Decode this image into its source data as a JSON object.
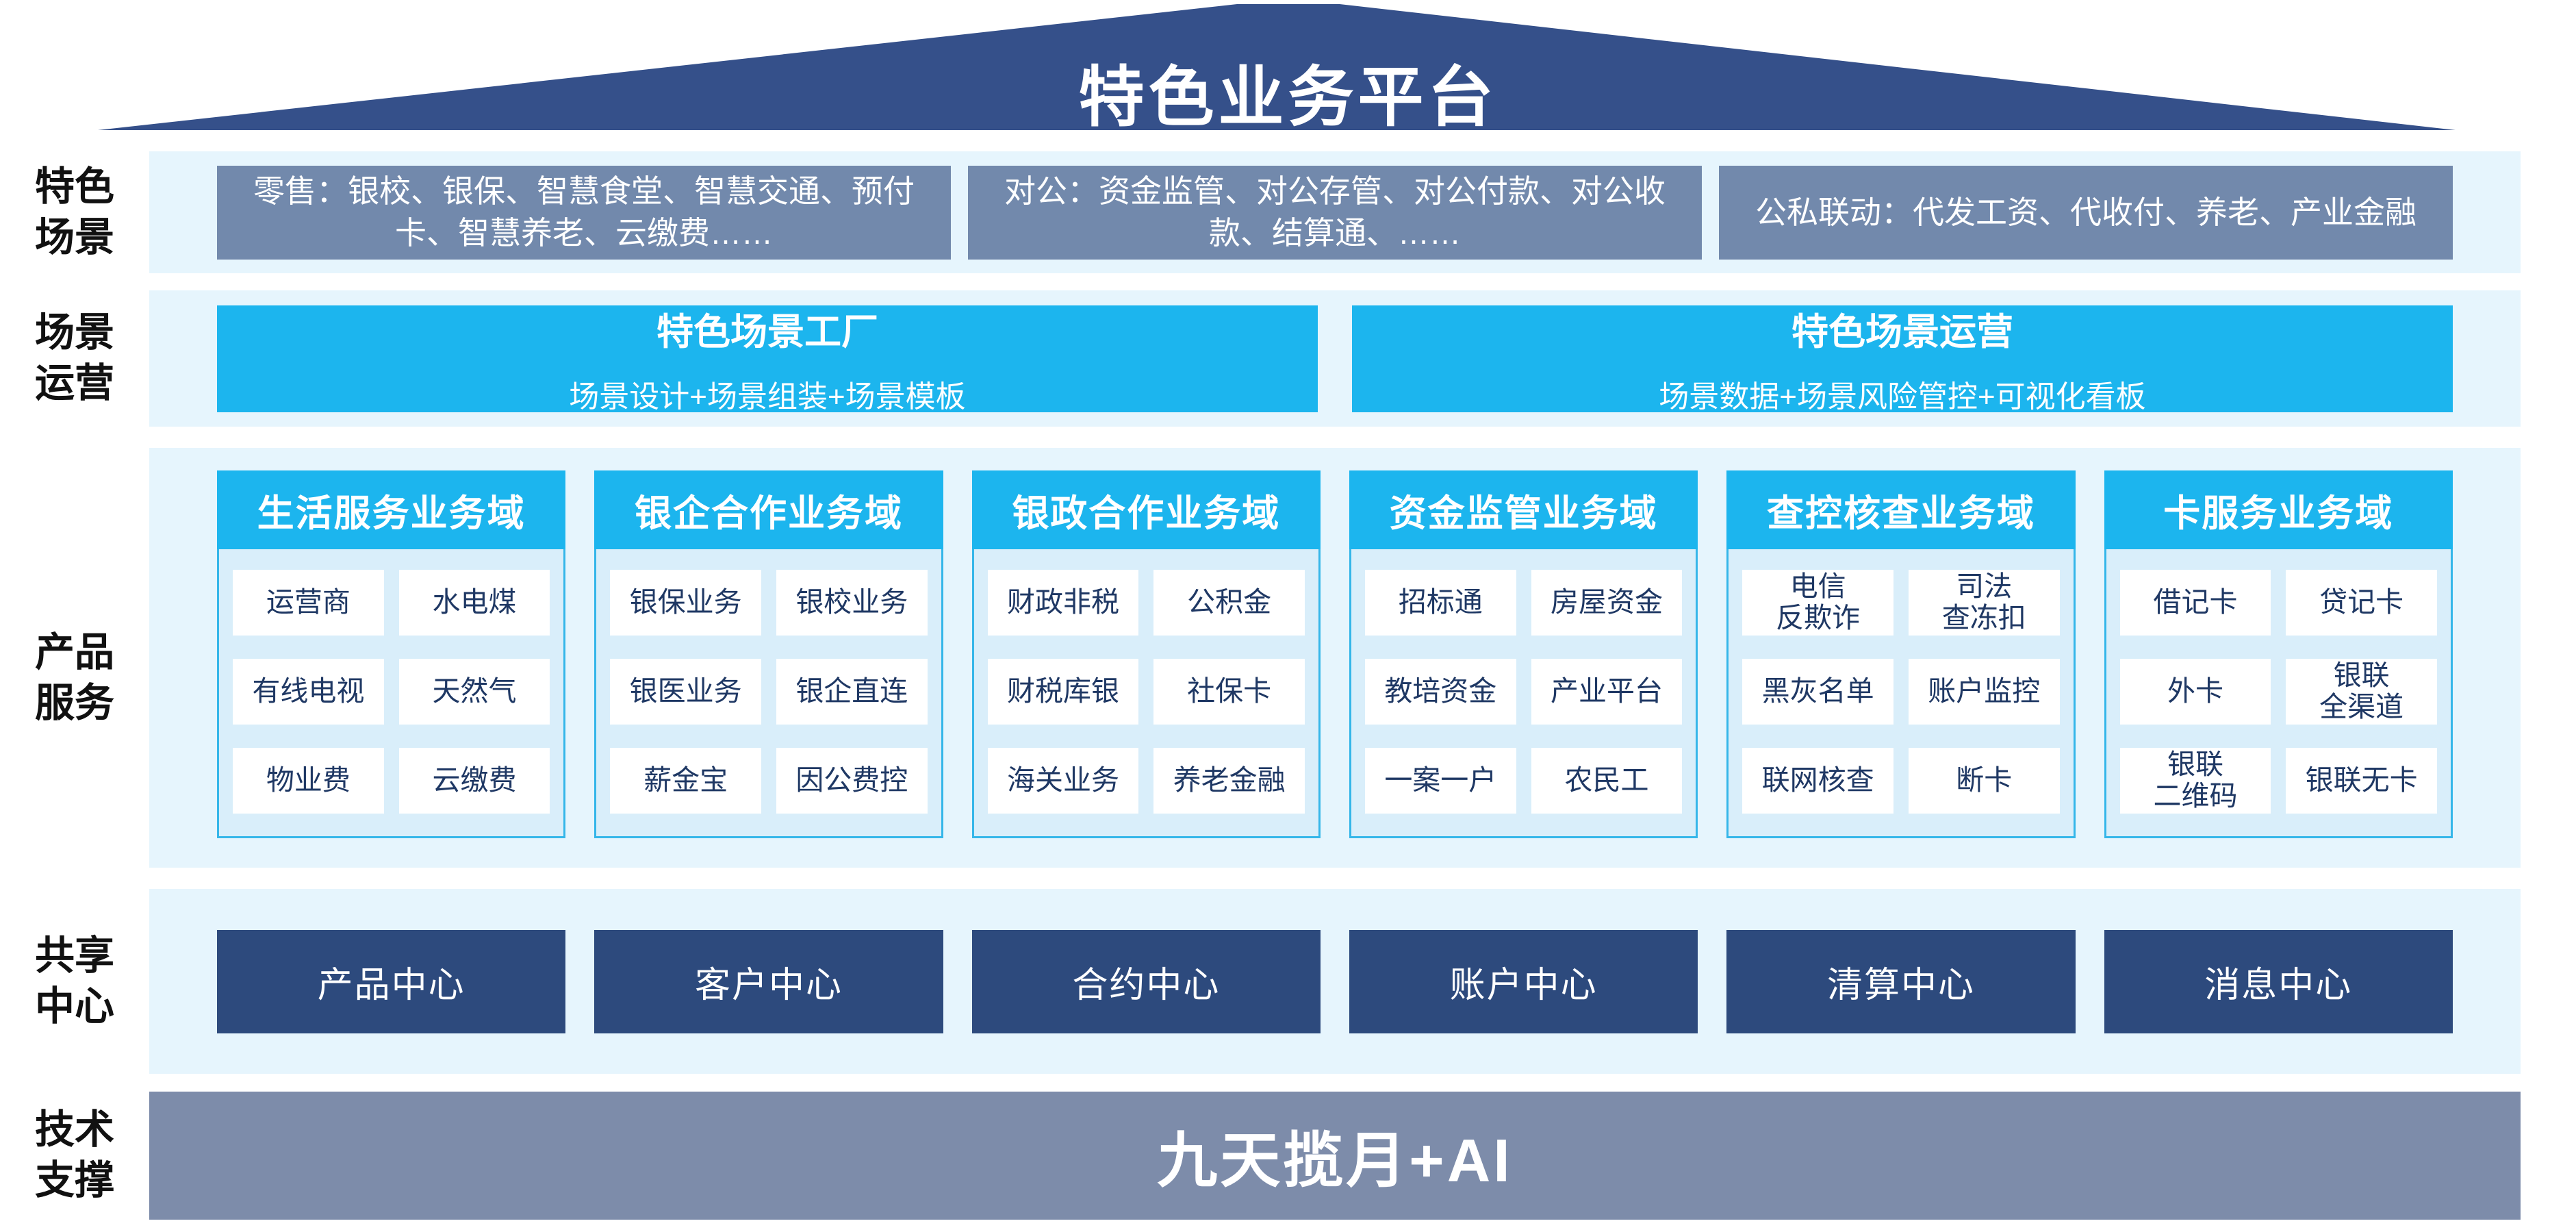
{
  "title": "特色业务平台",
  "colors": {
    "roof_navy": "#35508a",
    "box_slate": "#7289ac",
    "cyan": "#1cb5ee",
    "band_blue": "#e6f5fd",
    "body_blue": "#d9eefa",
    "center_navy": "#2d4a7d",
    "bar_slate": "#7d8caa",
    "cell_text": "#1f3864",
    "label_black": "#111111",
    "domain_border": "#35b6e9",
    "white": "#ffffff"
  },
  "side_labels": [
    {
      "lines": [
        "特色",
        "场景"
      ]
    },
    {
      "lines": [
        "场景",
        "运营"
      ]
    },
    {
      "lines": [
        "产品",
        "服务"
      ]
    },
    {
      "lines": [
        "共享",
        "中心"
      ]
    },
    {
      "lines": [
        "技术",
        "支撑"
      ]
    }
  ],
  "scenario_row": {
    "boxes": [
      "零售：银校、银保、智慧食堂、智慧交通、预付卡、智慧养老、云缴费……",
      "对公：资金监管、对公存管、对公付款、对公收款、结算通、……",
      "公私联动：代发工资、代收付、养老、产业金融"
    ]
  },
  "operation_row": {
    "boxes": [
      {
        "title": "特色场景工厂",
        "subtitle": "场景设计+场景组装+场景模板"
      },
      {
        "title": "特色场景运营",
        "subtitle": "场景数据+场景风险管控+可视化看板"
      }
    ]
  },
  "product_domains": [
    {
      "title": "生活服务业务域",
      "cells": [
        "运营商",
        "水电煤",
        "有线电视",
        "天然气",
        "物业费",
        "云缴费"
      ]
    },
    {
      "title": "银企合作业务域",
      "cells": [
        "银保业务",
        "银校业务",
        "银医业务",
        "银企直连",
        "薪金宝",
        "因公费控"
      ]
    },
    {
      "title": "银政合作业务域",
      "cells": [
        "财政非税",
        "公积金",
        "财税库银",
        "社保卡",
        "海关业务",
        "养老金融"
      ]
    },
    {
      "title": "资金监管业务域",
      "cells": [
        "招标通",
        "房屋资金",
        "教培资金",
        "产业平台",
        "一案一户",
        "农民工"
      ]
    },
    {
      "title": "查控核查业务域",
      "cells": [
        "电信\n反欺诈",
        "司法\n查冻扣",
        "黑灰名单",
        "账户监控",
        "联网核查",
        "断卡"
      ]
    },
    {
      "title": "卡服务业务域",
      "cells": [
        "借记卡",
        "贷记卡",
        "外卡",
        "银联\n全渠道",
        "银联\n二维码",
        "银联无卡"
      ]
    }
  ],
  "shared_centers": [
    "产品中心",
    "客户中心",
    "合约中心",
    "账户中心",
    "清算中心",
    "消息中心"
  ],
  "tech_support": {
    "label": "九天揽月+AI"
  }
}
